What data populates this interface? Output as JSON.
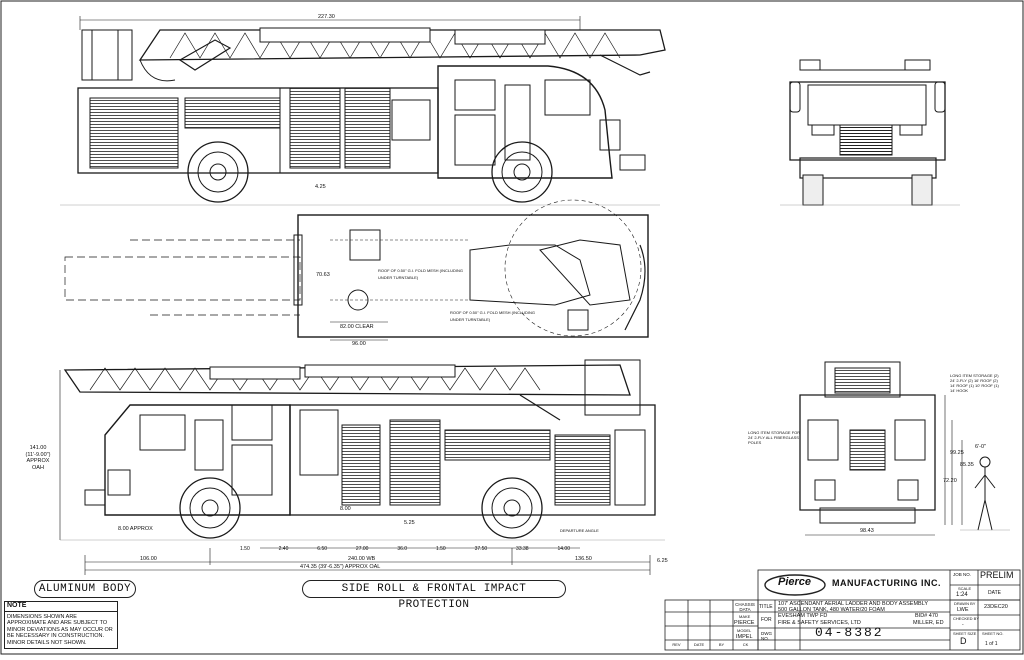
{
  "labels": {
    "body_material": "ALUMINUM BODY",
    "protection": "SIDE ROLL & FRONTAL IMPACT PROTECTION"
  },
  "notes": {
    "title": "NOTE",
    "text": "DIMENSIONS SHOWN ARE APPROXIMATE AND ARE SUBJECT TO MINOR DEVIATIONS AS MAY OCCUR OR BE NECESSARY IN CONSTRUCTION. MINOR DETAILS NOT SHOWN."
  },
  "title_block": {
    "manufacturer": "MANUFACTURING INC.",
    "logo_text": "Pierce",
    "job_no_label": "JOB NO.",
    "job_no": "PRELIM",
    "scale_label": "SCALE",
    "scale": "1:24",
    "date_label": "DATE",
    "drawn_by_label": "DRAWN BY",
    "drawn_by": "LWE",
    "date_value": "23DEC20",
    "checked_label": "CHECKED BY",
    "checked": "-",
    "chassis_label": "CHASSIS DATA",
    "title_label": "TITLE",
    "title_line1": "107' ASCENDANT AERIAL LADDER AND BODY ASSEMBLY",
    "title_line2": "500 GALLON TANK, 480 WATER/20 FOAM",
    "make_label": "MAKE",
    "make": "PIERCE",
    "model_label": "MODEL",
    "model": "IMPEL",
    "for_label": "FOR",
    "customer_line1": "EVESHAM TWP FD",
    "customer_line2": "FIRE & SAFETY SERVICES, LTD",
    "bid": "BID# 470",
    "salesman": "MILLER, ED",
    "dwg_label": "DWG NO.",
    "dwg_no": "04-8382",
    "sheet_size_label": "SHEET SIZE",
    "sheet_size": "D",
    "sheet_no_label": "SHEET NO.",
    "sheet_no": "1 of 1",
    "rev_headers": [
      "REV",
      "DATE",
      "BY",
      "CK"
    ]
  },
  "dimensions": {
    "top_overall": "227.30",
    "side_bottom_overall": "474.35 (39'-6.35\") APPROX OAL",
    "side_bottom_left": "106.00",
    "side_bottom_right": "136.50",
    "side_bottom_mid": "240.00 WB",
    "height_label": "141.00 (11'-9.00\") APPROX OAH",
    "plan_width": "70.63",
    "plan_bottom1": "82.00 CLEAR",
    "plan_bottom2": "96.00",
    "rear_width": "98.43",
    "rear_h1": "99.25",
    "rear_h2": "72.20",
    "rear_h3": "85.35",
    "figure_height": "6'-0\"",
    "dims_small": [
      "1.50",
      "2.40",
      "6.50",
      "27.00",
      "36.0",
      "1.50",
      "37.50",
      "33.38",
      "14.00",
      "6.25",
      "5.25",
      "8.00",
      "4.25"
    ]
  },
  "callouts": {
    "plan_note1": "ROOF OF 0.50\" G.I. FOLD MESH (INCLUDING UNDER TURNTABLE)",
    "plan_note2": "ROOF OF 0.50\" G.I. FOLD MESH (INCLUDING UNDER TURNTABLE)",
    "rear_left_note": "LONG ITEM STORAGE FOR 24' 2-FLY ALL FIBERGLASS POLES",
    "rear_right_note": "LONG ITEM STORAGE (2) 24' 2-FLY (2) 16' ROOF (2) 14' ROOF (1) 10' ROOF (1) 14' HOOK",
    "side_front_note": "8.00 APPROX",
    "bumper_note": "DEPARTURE ANGLE"
  },
  "colors": {
    "line": "#1a1a1a",
    "light_line": "#6b6b6b",
    "paper": "#ffffff"
  }
}
